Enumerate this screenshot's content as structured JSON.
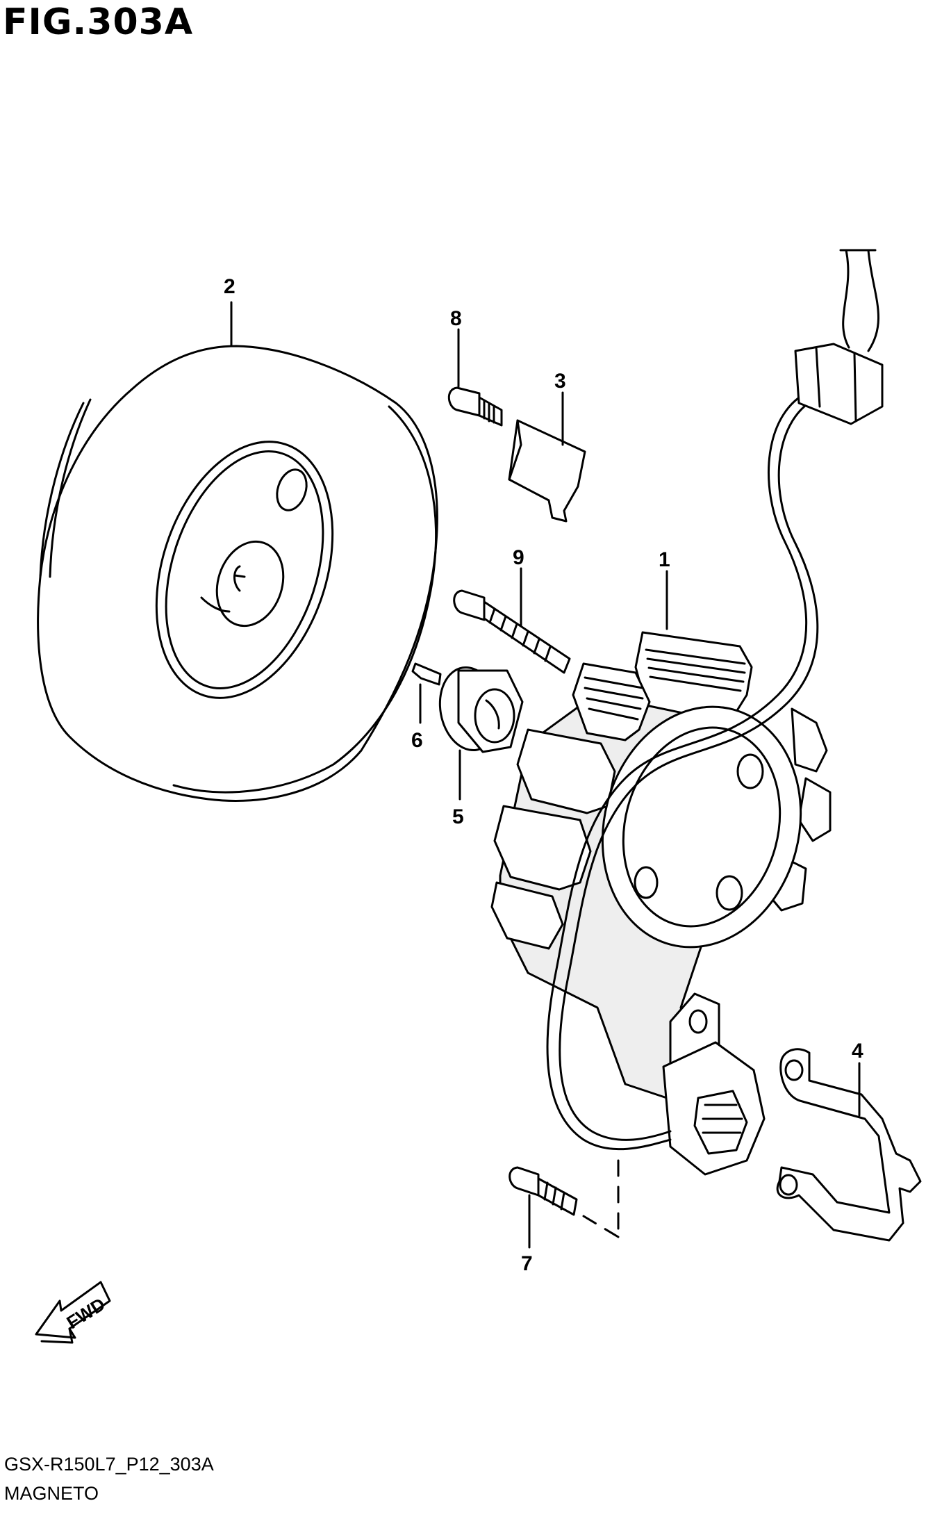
{
  "figure_title": "FIG.303A",
  "callouts": [
    {
      "id": "1",
      "text": "1"
    },
    {
      "id": "2",
      "text": "2"
    },
    {
      "id": "3",
      "text": "3"
    },
    {
      "id": "4",
      "text": "4"
    },
    {
      "id": "5",
      "text": "5"
    },
    {
      "id": "6",
      "text": "6"
    },
    {
      "id": "7",
      "text": "7"
    },
    {
      "id": "8",
      "text": "8"
    },
    {
      "id": "9",
      "text": "9"
    }
  ],
  "fwd_arrow": {
    "text": "FWD",
    "icon": "fwd-arrow-icon"
  },
  "footer": {
    "model_code": "GSX-R150L7_P12_303A",
    "section_name": "MAGNETO"
  }
}
